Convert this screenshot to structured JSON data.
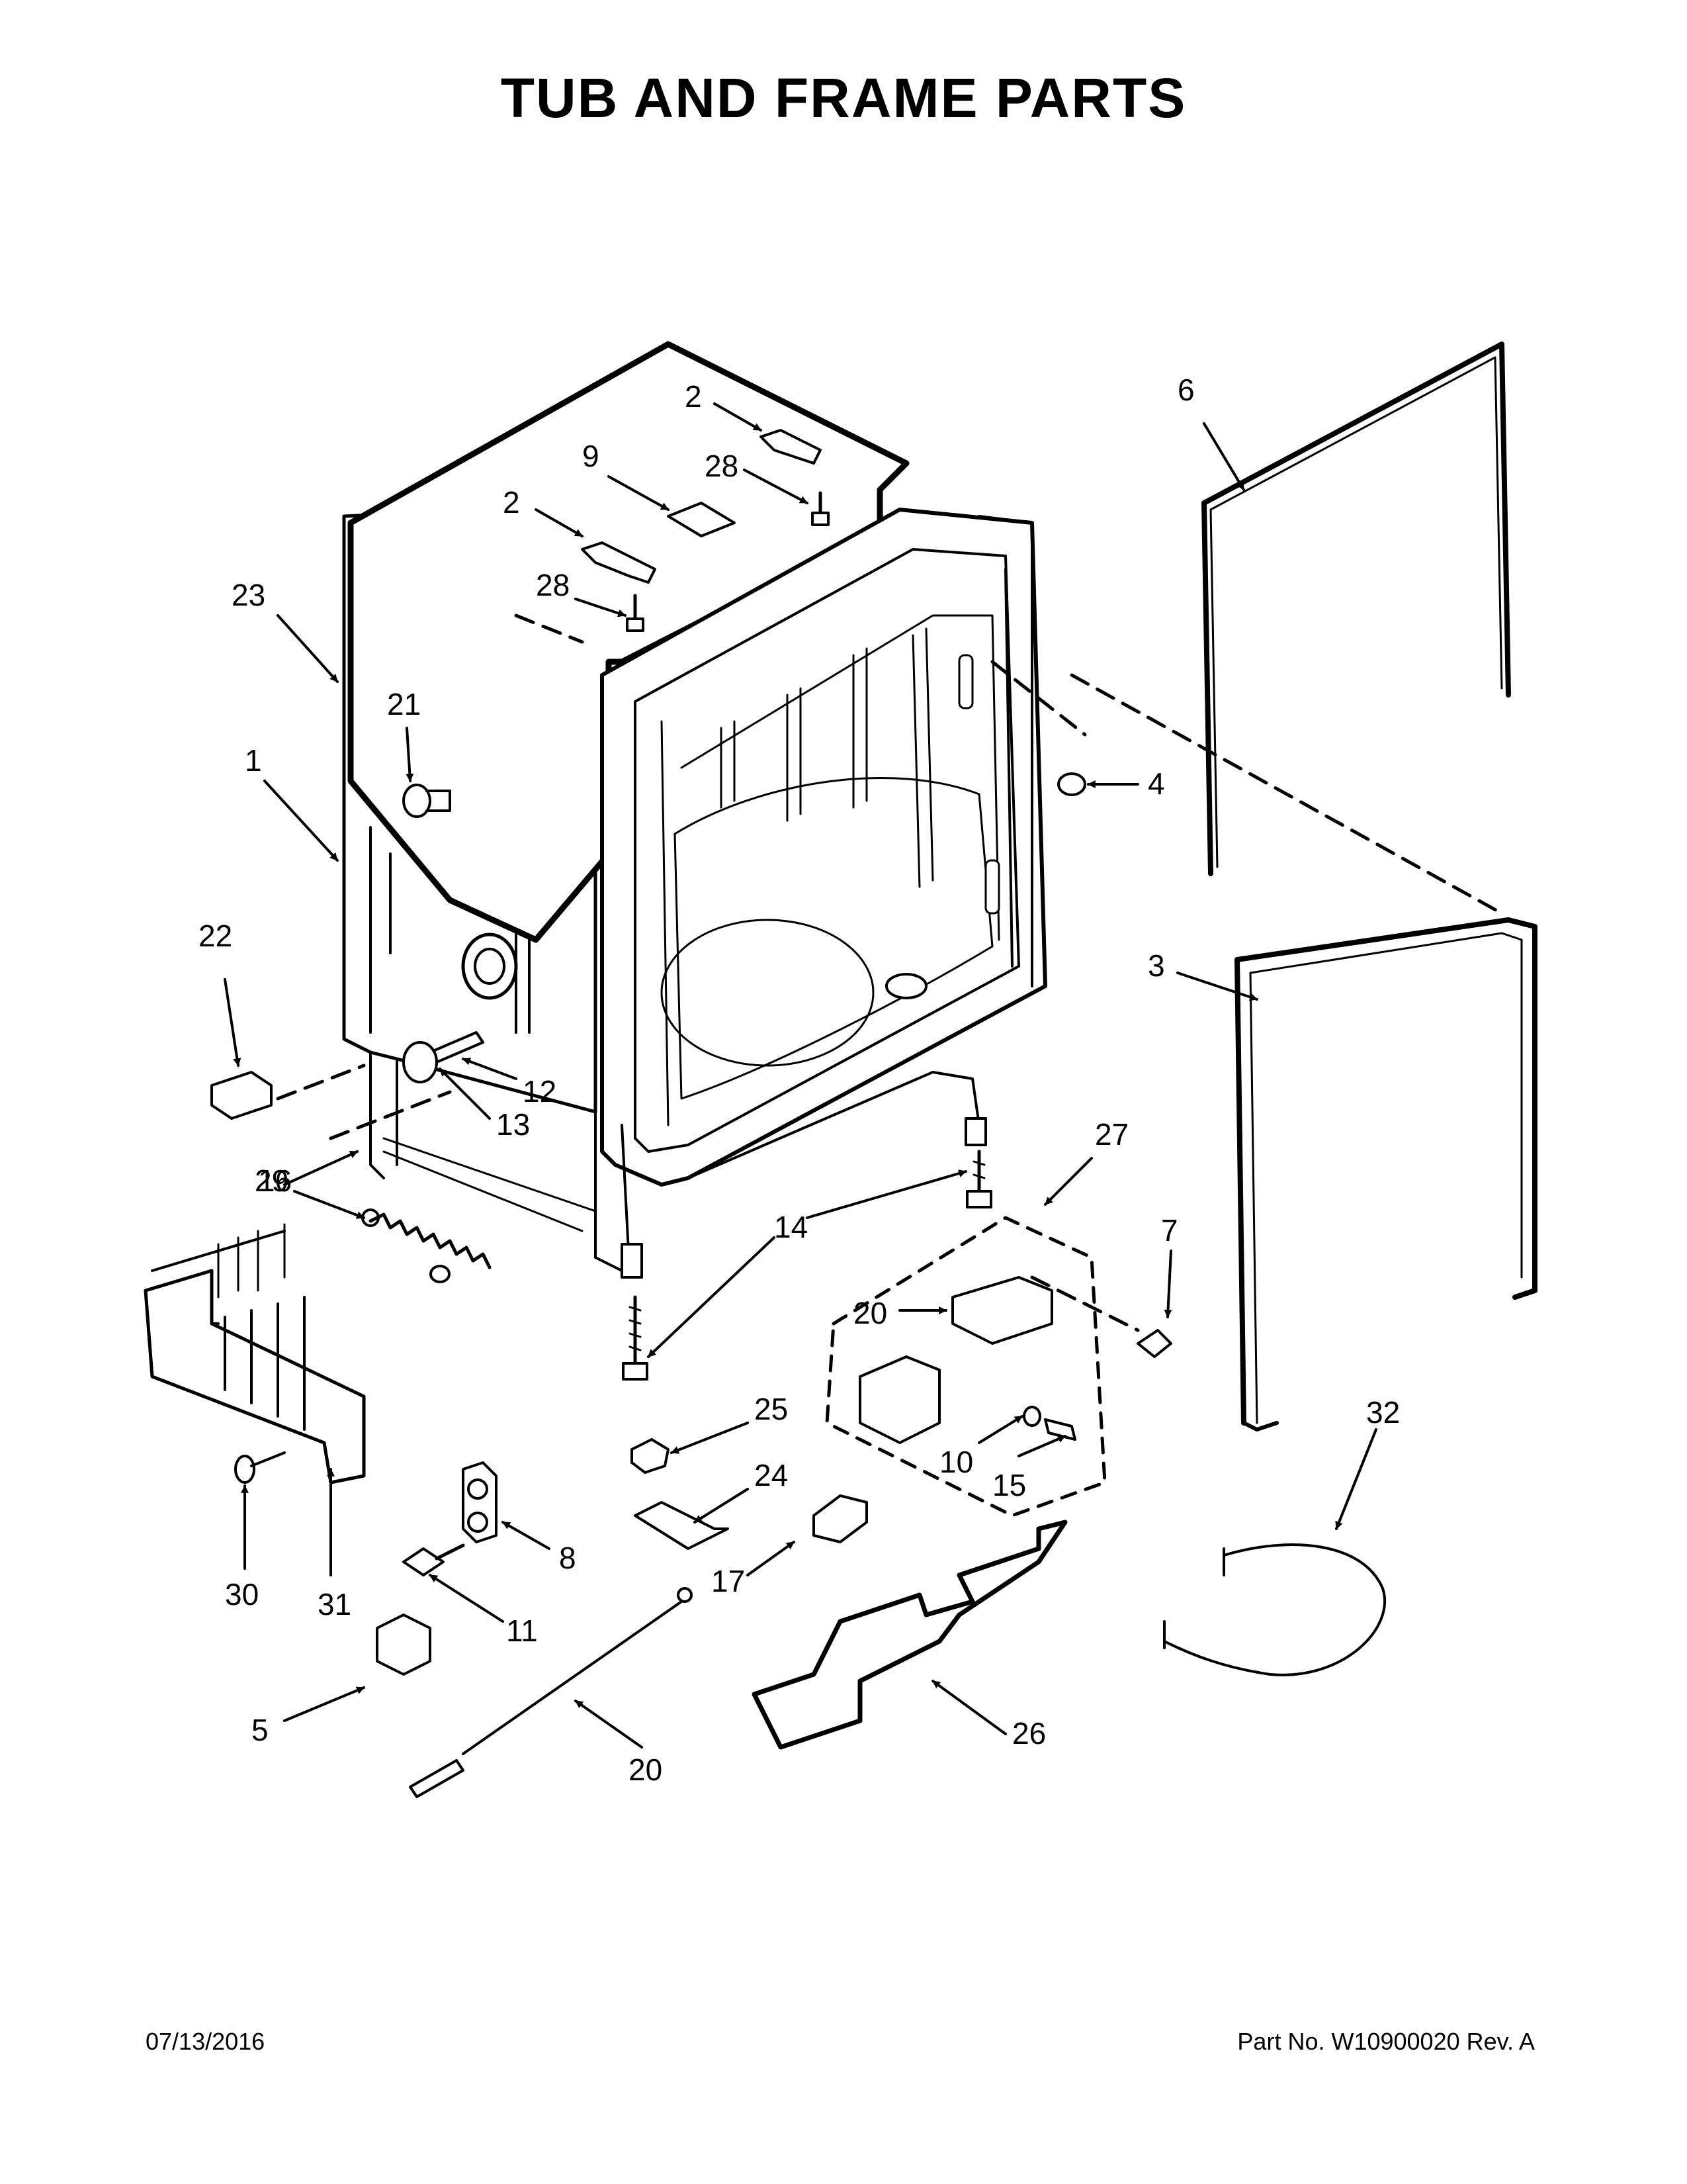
{
  "page": {
    "title": "TUB AND FRAME PARTS",
    "date": "07/13/2016",
    "part_number": "Part No.  W10900020  Rev.  A"
  },
  "callouts": [
    {
      "id": "c2a",
      "label": "2"
    },
    {
      "id": "c2b",
      "label": "2"
    },
    {
      "id": "c9",
      "label": "9"
    },
    {
      "id": "c28a",
      "label": "28"
    },
    {
      "id": "c28b",
      "label": "28"
    },
    {
      "id": "c6",
      "label": "6"
    },
    {
      "id": "c23",
      "label": "23"
    },
    {
      "id": "c21",
      "label": "21"
    },
    {
      "id": "c1",
      "label": "1"
    },
    {
      "id": "c4",
      "label": "4"
    },
    {
      "id": "c22",
      "label": "22"
    },
    {
      "id": "c3",
      "label": "3"
    },
    {
      "id": "c29",
      "label": "29"
    },
    {
      "id": "c12",
      "label": "12"
    },
    {
      "id": "c13",
      "label": "13"
    },
    {
      "id": "c16",
      "label": "16"
    },
    {
      "id": "c27",
      "label": "27"
    },
    {
      "id": "c14",
      "label": "14"
    },
    {
      "id": "c7",
      "label": "7"
    },
    {
      "id": "c20a",
      "label": "20"
    },
    {
      "id": "c25",
      "label": "25"
    },
    {
      "id": "c24",
      "label": "24"
    },
    {
      "id": "c10",
      "label": "10"
    },
    {
      "id": "c15",
      "label": "15"
    },
    {
      "id": "c32",
      "label": "32"
    },
    {
      "id": "c30",
      "label": "30"
    },
    {
      "id": "c31",
      "label": "31"
    },
    {
      "id": "c8",
      "label": "8"
    },
    {
      "id": "c17",
      "label": "17"
    },
    {
      "id": "c11",
      "label": "11"
    },
    {
      "id": "c5",
      "label": "5"
    },
    {
      "id": "c20b",
      "label": "20"
    },
    {
      "id": "c26",
      "label": "26"
    }
  ]
}
